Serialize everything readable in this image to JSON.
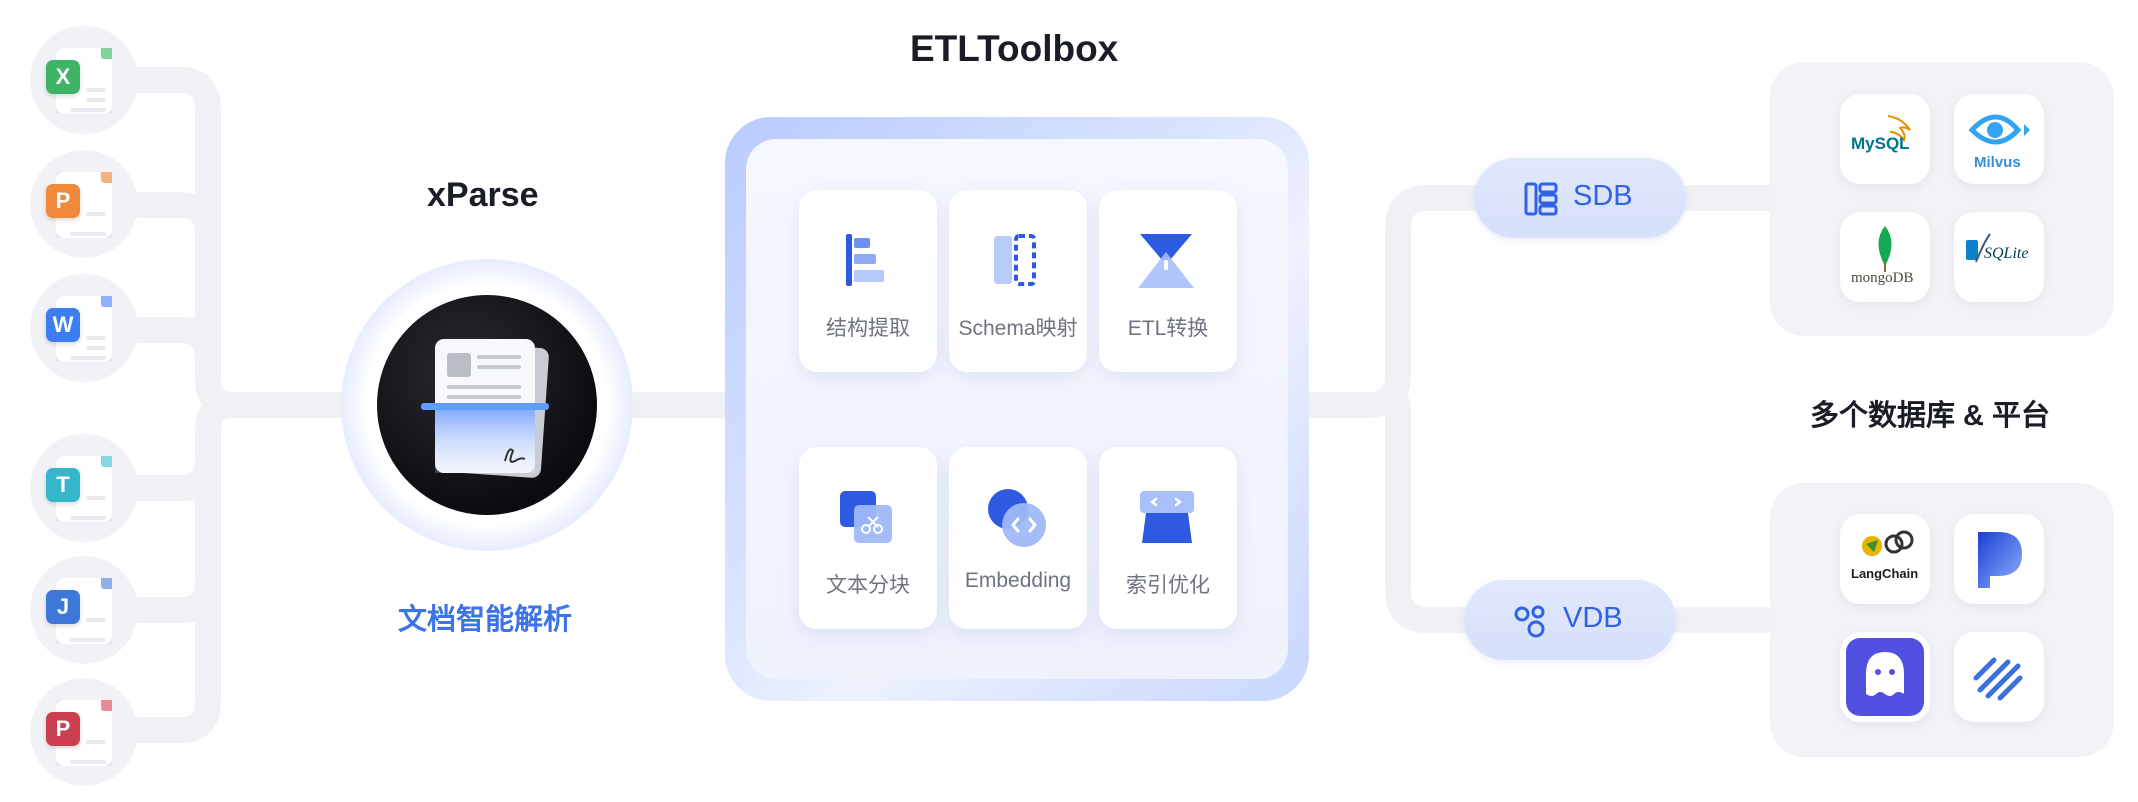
{
  "diagram": {
    "title": "ETLToolbox",
    "xparse": {
      "title": "xParse",
      "subtitle": "文档智能解析"
    },
    "file_types": [
      {
        "letter": "X",
        "color": "#3fb467"
      },
      {
        "letter": "P",
        "color": "#ef8a3c"
      },
      {
        "letter": "W",
        "color": "#3d7df2"
      },
      {
        "letter": "T",
        "color": "#36b6c9"
      },
      {
        "letter": "J",
        "color": "#3d78d8"
      },
      {
        "letter": "P",
        "color": "#cc3f4f"
      }
    ],
    "etl_steps": [
      {
        "label": "结构提取"
      },
      {
        "label": "Schema映射"
      },
      {
        "label": "ETL转换"
      },
      {
        "label": "文本分块"
      },
      {
        "label": "Embedding"
      },
      {
        "label": "索引优化"
      }
    ],
    "sdb": {
      "label": "SDB",
      "logos": {
        "mysql": "MySQL",
        "milvus": "Milvus",
        "mongodb": "mongoDB",
        "sqlite": "SQLite"
      }
    },
    "vdb": {
      "label": "VDB",
      "logos": {
        "langchain": "LangChain"
      }
    },
    "platforms_label": "多个数据库 & 平台"
  },
  "colors": {
    "accent": "#2f63e6",
    "connector": "#f0f1f5",
    "subtitle_blue": "#3d73e8"
  }
}
